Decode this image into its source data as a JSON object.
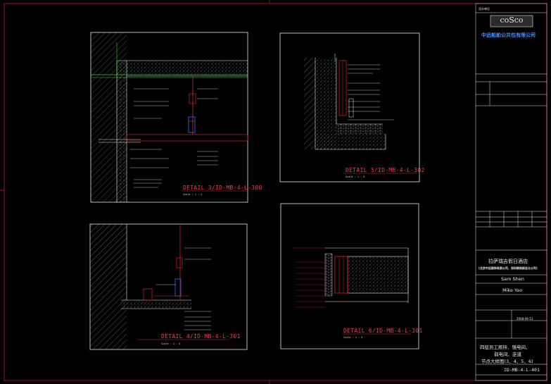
{
  "details": [
    {
      "title": "DETAIL 3/ID-MB-4-L-300",
      "scale": "Scale : 1 : 2"
    },
    {
      "title": "DETAIL 5/ID-MB-4-L-302",
      "scale": "Scale : 1 : 5"
    },
    {
      "title": "DETAIL 4/ID-MB-4-L-301",
      "scale": "Scale : 1 : 5"
    },
    {
      "title": "DETAIL 6/ID-MB-4-L-301",
      "scale": "Scale : 1 : 5"
    }
  ],
  "title_block": {
    "header_label": "设计单位",
    "logo_text": "coSco",
    "company_cn": "中远船舶公共包有限公司",
    "project_name": "拉萨瑞吉假日酒店",
    "project_sub": "(北京中远装饰有限公司，深圳装饰部总分公司)",
    "designer": "Sam Shen",
    "checker": "Mike Yao",
    "date": "2008-09-13",
    "drawing_title_line1": "四层员工厕所、强电间、",
    "drawing_title_line2": "弱电间、走道",
    "drawing_title_line3": "节点大样图(3、4、5、6)",
    "drawing_no": "ID-MB-4-L-401"
  },
  "colors": {
    "border": "#b81f1f",
    "line_red": "#d42a2a",
    "line_green": "#3ec83e",
    "line_white": "#e8e8e8",
    "line_gray": "#9a9a9a",
    "accent_blue": "#2a6df0"
  }
}
